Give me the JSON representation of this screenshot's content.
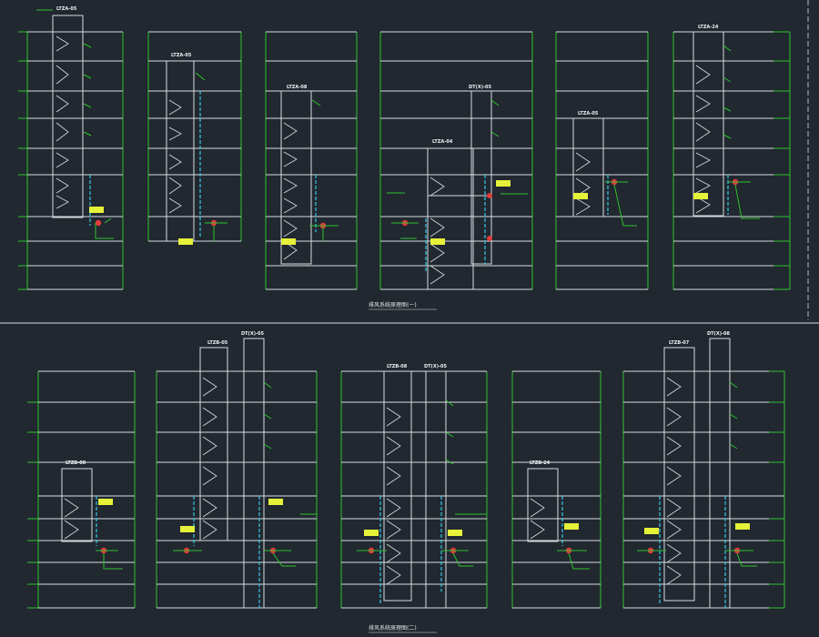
{
  "drawing": {
    "background": "#212830",
    "colors": {
      "structure": "#d8dde0",
      "pipe_green": "#2ec22e",
      "pipe_cyan": "#36c8e8",
      "valve_red": "#e23b3b",
      "note_yellow": "#e6f23a"
    },
    "sheet_titles": [
      "排风系统原理图(一)",
      "排风系统原理图(二)"
    ],
    "top_units": [
      {
        "tag": "LTZA-05"
      },
      {
        "tag": "LTZA-05"
      },
      {
        "tag": "LTZA-08"
      },
      {
        "tag": "LTZA-04",
        "tag2": "DT(X)-05"
      },
      {
        "tag": "LTZA-05"
      },
      {
        "tag": "LTZA-24"
      }
    ],
    "bottom_units": [
      {
        "tag": "LTZB-08"
      },
      {
        "tag": "LTZB-05",
        "tag2": "DT(X)-05"
      },
      {
        "tag": "LTZB-08",
        "tag2": "DT(X)-05"
      },
      {
        "tag": "LTZB-24"
      },
      {
        "tag": "LTZB-07",
        "tag2": "DT(X)-08"
      }
    ]
  }
}
